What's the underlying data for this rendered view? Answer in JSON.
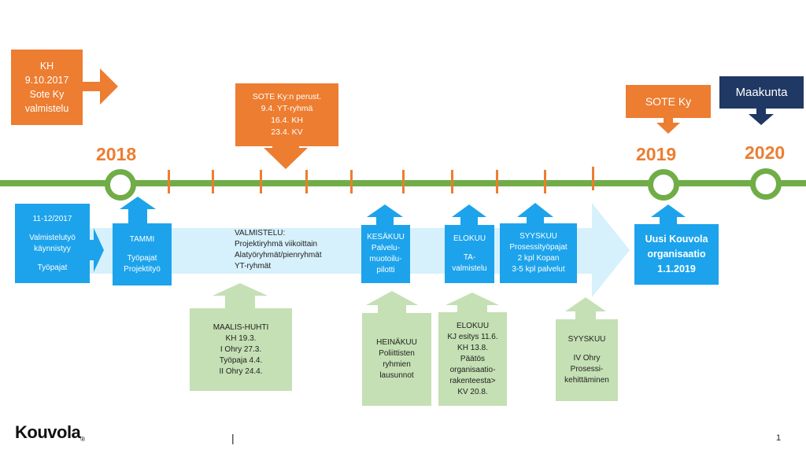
{
  "colors": {
    "orange": "#ED7D31",
    "green": "#70AD47",
    "blue": "#1CA3EC",
    "light_blue": "#D6F1FB",
    "light_green": "#C5E0B4",
    "navy": "#1F3864"
  },
  "kh_box": [
    "KH",
    "9.10.2017",
    "Sote Ky",
    "valmistelu"
  ],
  "sote_box": [
    "SOTE Ky:n perust.",
    "9.4. YT-ryhmä",
    "16.4. KH",
    "23.4. KV"
  ],
  "sote_ky_label": "SOTE Ky",
  "maakunta_label": "Maakunta",
  "years": [
    "2018",
    "2019",
    "2020"
  ],
  "blue_boxes": {
    "start": [
      "11-12/2017",
      "Valmistelutyö käynnistyy",
      "Työpajat"
    ],
    "tammi": [
      "TAMMI",
      "Työpajat Projektityö"
    ],
    "valmistelu": [
      "VALMISTELU:",
      "Projektiryhmä viikoittain",
      "Alatyöryhmät/pienryhmät",
      "YT-ryhmät"
    ],
    "kesakuu": [
      "KESÄKUU",
      "Palvelu-",
      "muotoilu-",
      "pilotti"
    ],
    "elokuu": [
      "ELOKUU",
      "TA-",
      "valmistelu"
    ],
    "syyskuu": [
      "SYYSKUU",
      "Prosessityöpajat",
      "2 kpl  Kopan",
      "3-5 kpl palvelut"
    ],
    "final": [
      "Uusi Kouvola",
      "organisaatio",
      "1.1.2019"
    ]
  },
  "green_boxes": {
    "maalis": [
      "MAALIS-HUHTI",
      "KH 19.3.",
      "I Ohry 27.3.",
      "Työpaja 4.4.",
      "II Ohry 24.4."
    ],
    "heinakuu": [
      "HEINÄKUU",
      "Poliittisten",
      "ryhmien",
      "lausunnot"
    ],
    "elokuu": [
      "ELOKUU",
      "KJ esitys 11.6.",
      "KH  13.8.",
      "Päätös",
      "organisaatio-",
      "rakenteesta>",
      "KV 20.8."
    ],
    "syyskuu": [
      "SYYSKUU",
      "IV Ohry",
      "Prosessi-",
      "kehittäminen"
    ]
  },
  "footer": {
    "logo": "Kouvola",
    "logo_mark": "®",
    "separator": "|",
    "page": "1"
  }
}
